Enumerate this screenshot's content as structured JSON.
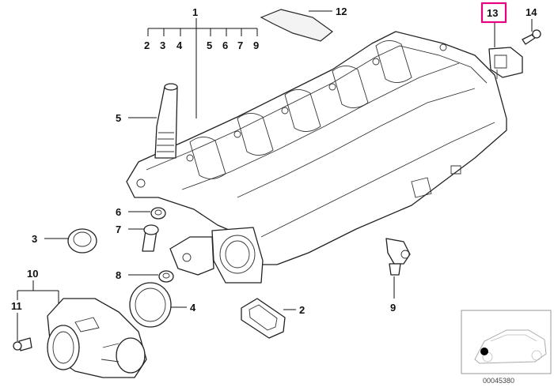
{
  "callouts": {
    "c1": "1",
    "c1_sub": [
      "2",
      "3",
      "4",
      "5",
      "6",
      "7",
      "9"
    ],
    "c2": "2",
    "c3": "3",
    "c4": "4",
    "c5": "5",
    "c6": "6",
    "c7": "7",
    "c8": "8",
    "c9": "9",
    "c10": "10",
    "c11": "11",
    "c12": "12",
    "c13": "13",
    "c14": "14"
  },
  "highlight": {
    "item": "13",
    "color": "#e6007e"
  },
  "document_number": "00045380"
}
